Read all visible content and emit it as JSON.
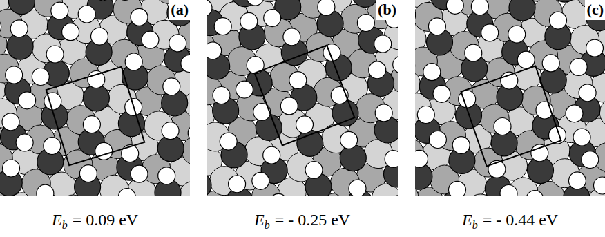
{
  "diagram": {
    "labels": [
      "(a)",
      "(b)",
      "(c)",
      "E",
      "b",
      "= 0.09 eV",
      "E",
      "b",
      "= - 0.25 eV",
      "E",
      "b",
      "= - 0.44 eV"
    ]
  }
}
